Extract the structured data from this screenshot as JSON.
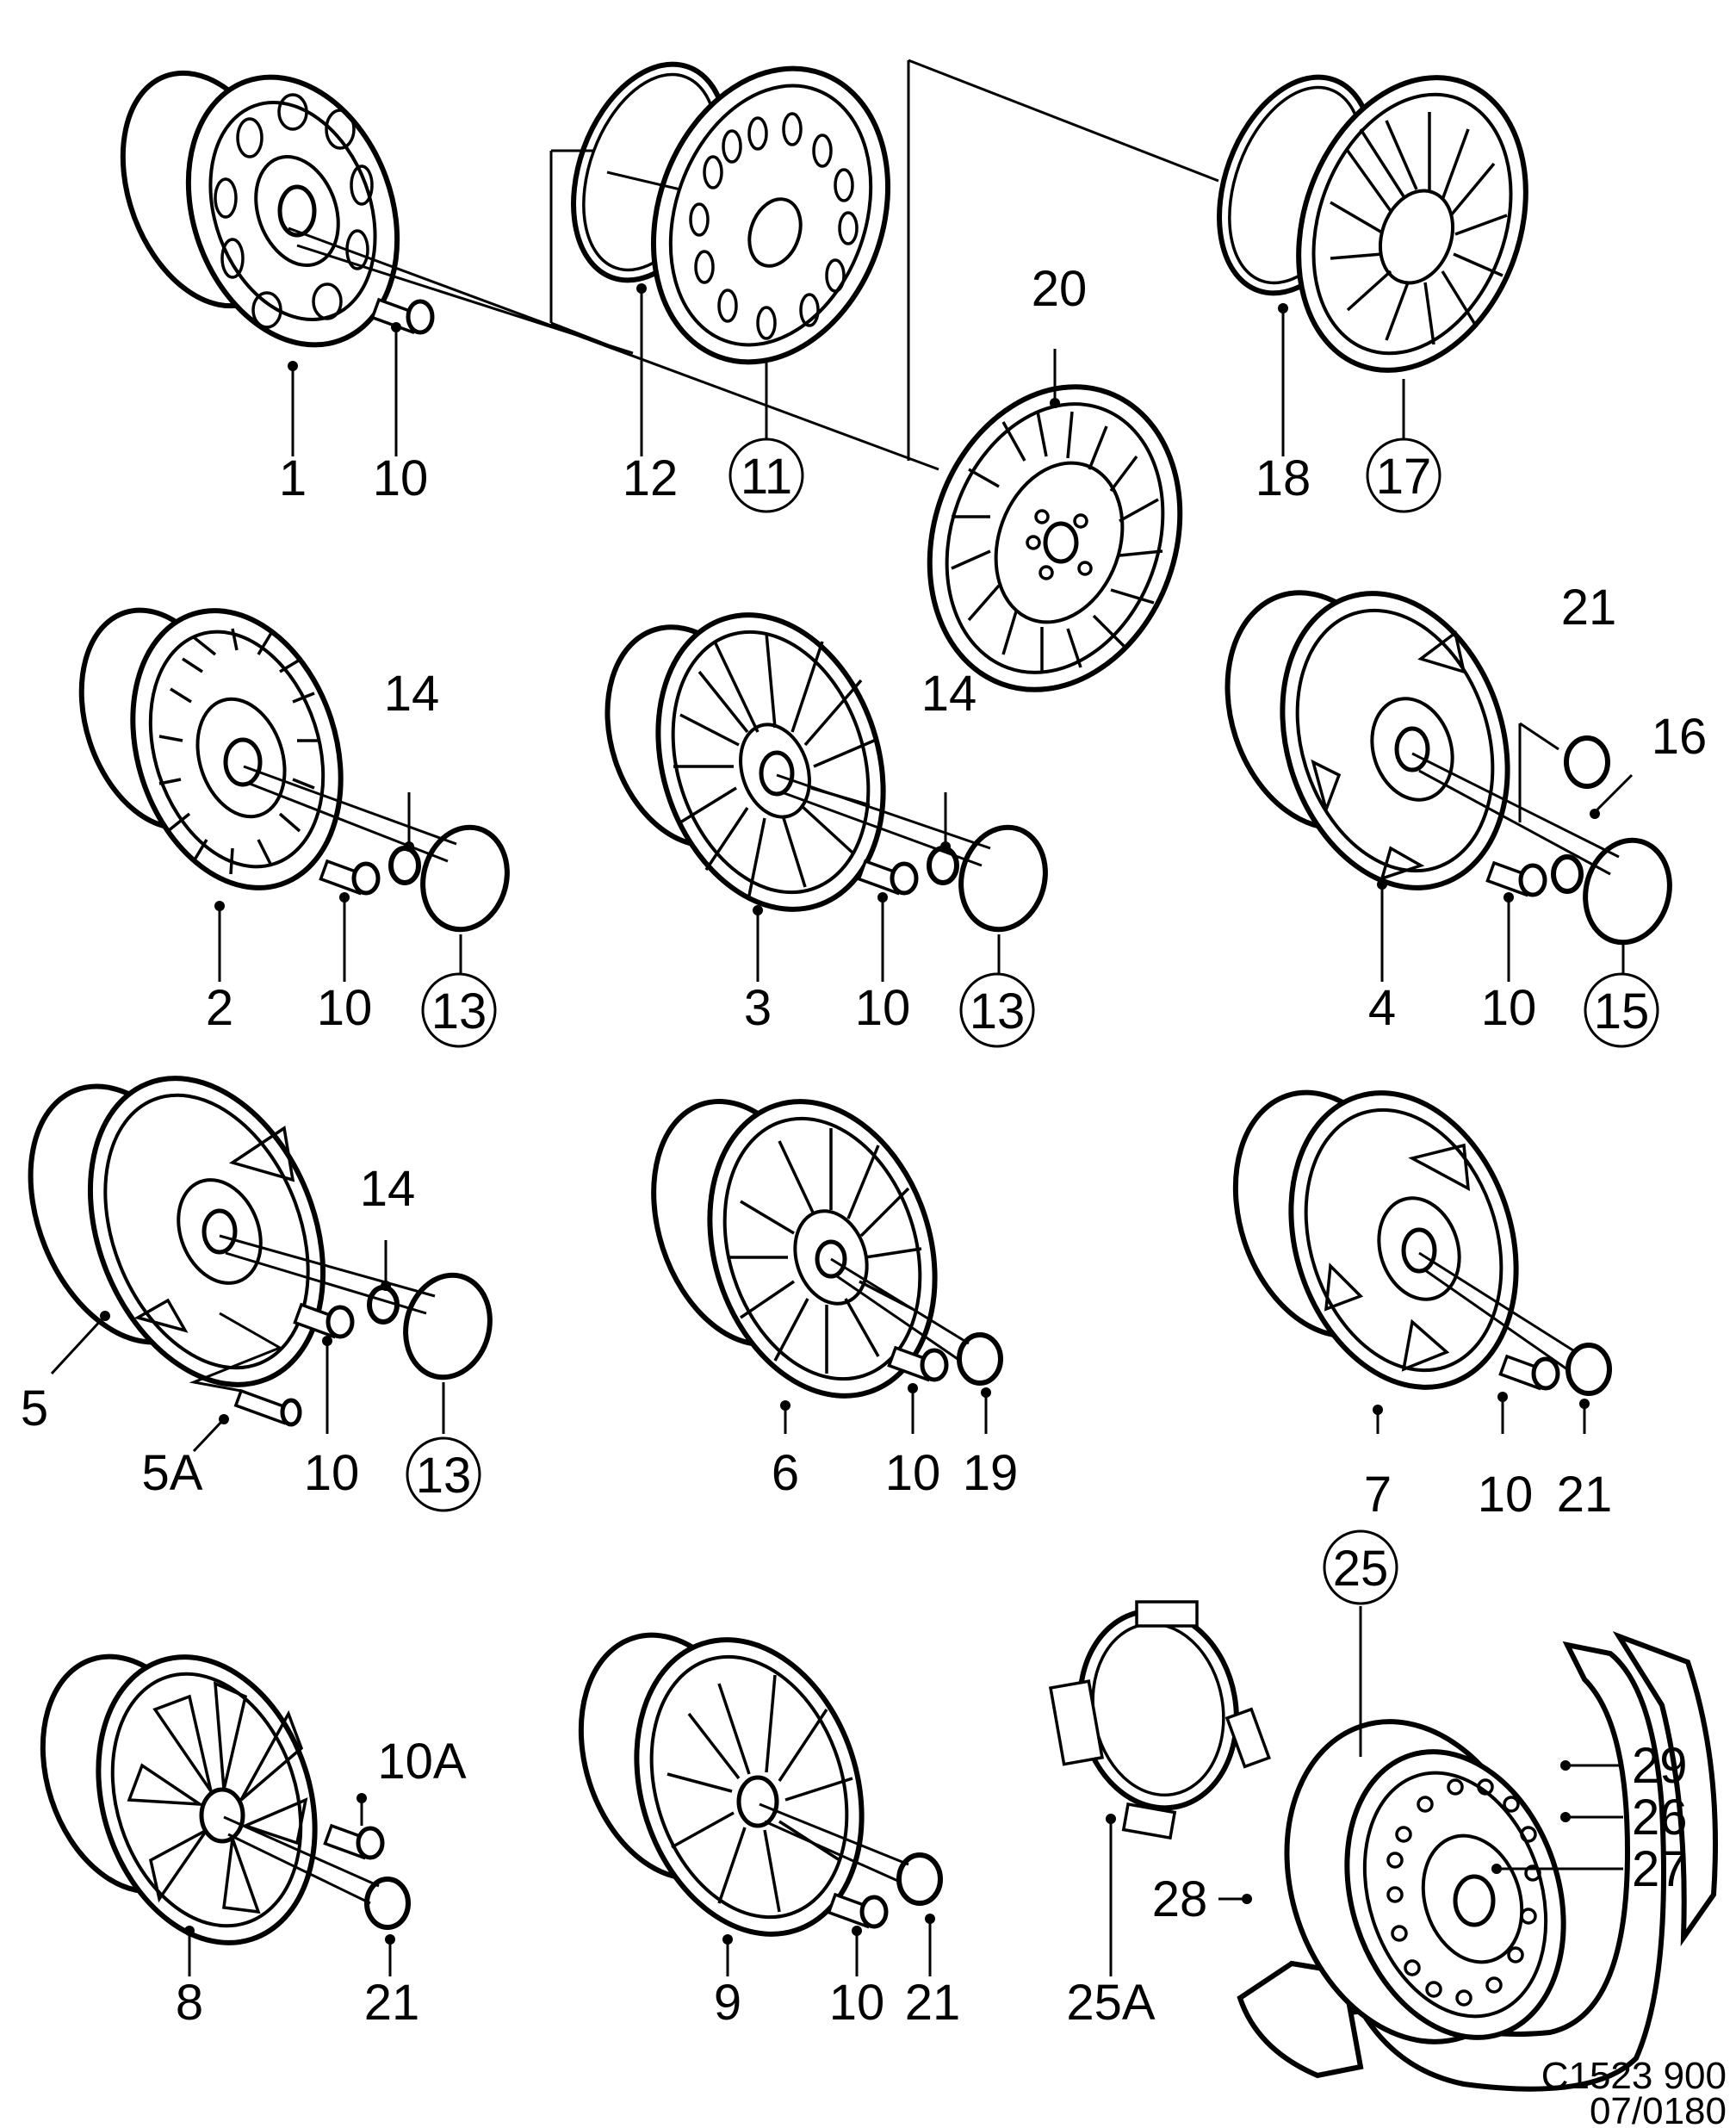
{
  "labels": {
    "p1": "1",
    "p10_r1": "10",
    "p12": "12",
    "p11": "11",
    "p20": "20",
    "p18": "18",
    "p17": "17",
    "p2": "2",
    "p10_r2a": "10",
    "p14_r2a": "14",
    "p13_r2a": "13",
    "p3": "3",
    "p10_r2b": "10",
    "p14_r2b": "14",
    "p13_r2b": "13",
    "p4": "4",
    "p10_r2c": "10",
    "p21_r2c": "21",
    "p16": "16",
    "p15": "15",
    "p5": "5",
    "p5A": "5A",
    "p10_r3a": "10",
    "p14_r3a": "14",
    "p13_r3a": "13",
    "p6": "6",
    "p10_r3b": "10",
    "p19": "19",
    "p7": "7",
    "p10_r3c": "10",
    "p21_r3c": "21",
    "p8": "8",
    "p10A": "10A",
    "p21_r4a": "21",
    "p9": "9",
    "p10_r4b": "10",
    "p21_r4b": "21",
    "p25": "25",
    "p25A": "25A",
    "p28": "28",
    "p29": "29",
    "p26": "26",
    "p27": "27"
  },
  "drawing_code": {
    "line1": "C1523 900",
    "line2": "07/0180"
  }
}
